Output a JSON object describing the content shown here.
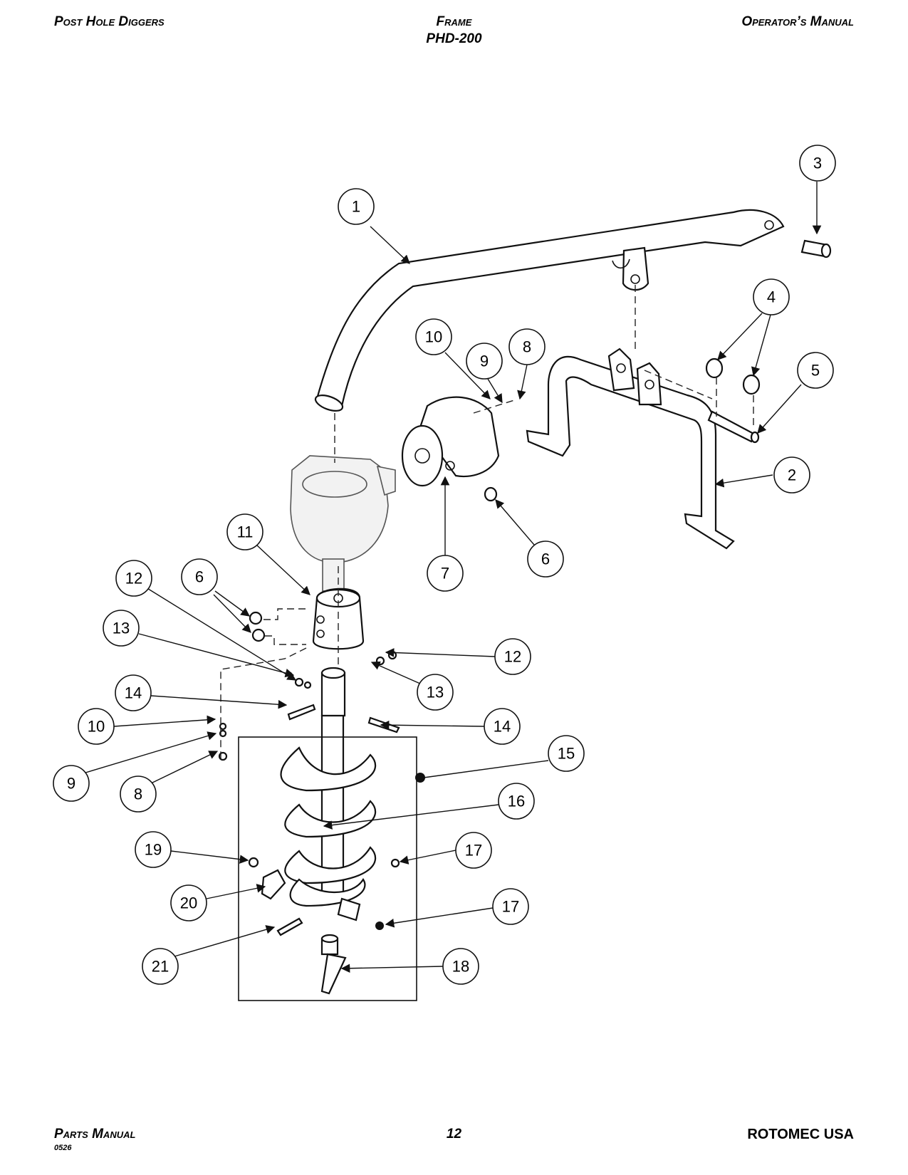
{
  "header": {
    "left": "Post Hole Diggers",
    "center": "Frame",
    "center_sub": "PHD-200",
    "right": "Operator’s Manual"
  },
  "footer": {
    "left": "Parts Manual",
    "code": "0526",
    "page": "12",
    "right": "ROTOMEC USA"
  },
  "callouts": [
    "1",
    "2",
    "3",
    "4",
    "5",
    "6",
    "6",
    "7",
    "8",
    "8",
    "9",
    "9",
    "10",
    "10",
    "11",
    "12",
    "12",
    "13",
    "13",
    "14",
    "14",
    "15",
    "16",
    "17",
    "17",
    "18",
    "19",
    "20",
    "21"
  ]
}
